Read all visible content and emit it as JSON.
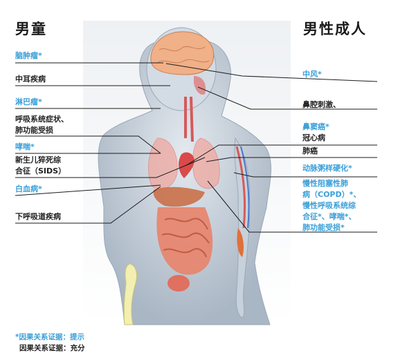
{
  "titles": {
    "left": "男童",
    "right": "男性成人"
  },
  "left_labels": [
    {
      "id": "brain-tumor",
      "text": "脑肿瘤*",
      "suggestive": true
    },
    {
      "id": "otitis-media",
      "text": "中耳疾病",
      "suggestive": false
    },
    {
      "id": "lymphoma",
      "text": "淋巴瘤*",
      "suggestive": true
    },
    {
      "id": "respiratory-symptoms",
      "text": "呼吸系统症状、\n肺功能受损",
      "suggestive": false
    },
    {
      "id": "asthma",
      "text": "哮喘*",
      "suggestive": true
    },
    {
      "id": "sids",
      "text": "新生儿猝死综\n合征（SIDS）",
      "suggestive": false
    },
    {
      "id": "leukemia",
      "text": "白血病*",
      "suggestive": true
    },
    {
      "id": "lower-respiratory",
      "text": "下呼吸道疾病",
      "suggestive": false
    }
  ],
  "right_labels": [
    {
      "id": "stroke",
      "text": "中风*",
      "suggestive": true
    },
    {
      "id": "nasal-irritation",
      "text": "鼻腔刺激、",
      "suffix": "鼻窦癌*",
      "mixed": true
    },
    {
      "id": "chd",
      "text": "冠心病",
      "suggestive": false
    },
    {
      "id": "lung-cancer",
      "text": "肺癌",
      "suggestive": false
    },
    {
      "id": "atherosclerosis",
      "text": "动脉粥样硬化*",
      "suggestive": true
    },
    {
      "id": "copd",
      "text": "慢性阻塞性肺\n病（COPD）*、\n慢性呼吸系统综\n合征*、哮喘*、\n肺功能受损*",
      "suggestive": true
    }
  ],
  "legend": {
    "suggestive": "*因果关系证据：提示",
    "sufficient": "因果关系证据：充分"
  },
  "colors": {
    "suggestive": "#3a9fd8",
    "sufficient": "#222222",
    "body": "#c7d1dc",
    "organ": "#e8836a",
    "brain": "#f0b088",
    "bone": "#f2efb0"
  }
}
